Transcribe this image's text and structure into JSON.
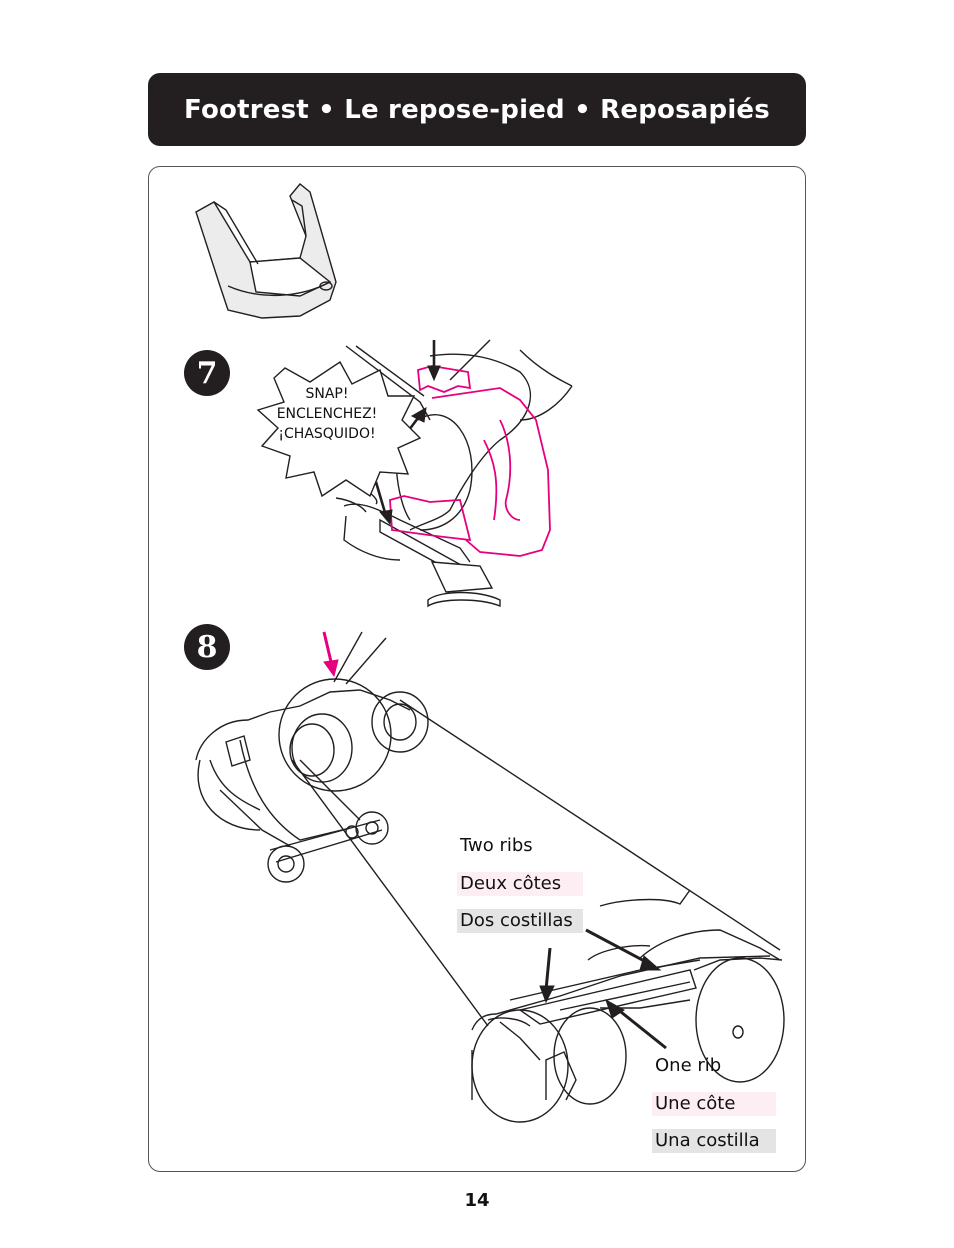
{
  "header": {
    "title": "Footrest  •  Le repose-pied  •  Reposapiés"
  },
  "steps": {
    "step7": "7",
    "step8": "8"
  },
  "snap_burst": {
    "line1": "SNAP!",
    "line2": "ENCLENCHEZ!",
    "line3": "¡CHASQUIDO!"
  },
  "labels": {
    "two_ribs": {
      "en": "Two ribs",
      "fr": "Deux côtes",
      "es": "Dos costillas"
    },
    "one_rib": {
      "en": "One rib",
      "fr": "Une côte",
      "es": "Una costilla"
    }
  },
  "page_number": "14",
  "colors": {
    "accent": "#e6007e",
    "header_bg": "#231f20",
    "pink_label_bg": "#fdeef3",
    "grey_label_bg": "#e4e4e4"
  }
}
